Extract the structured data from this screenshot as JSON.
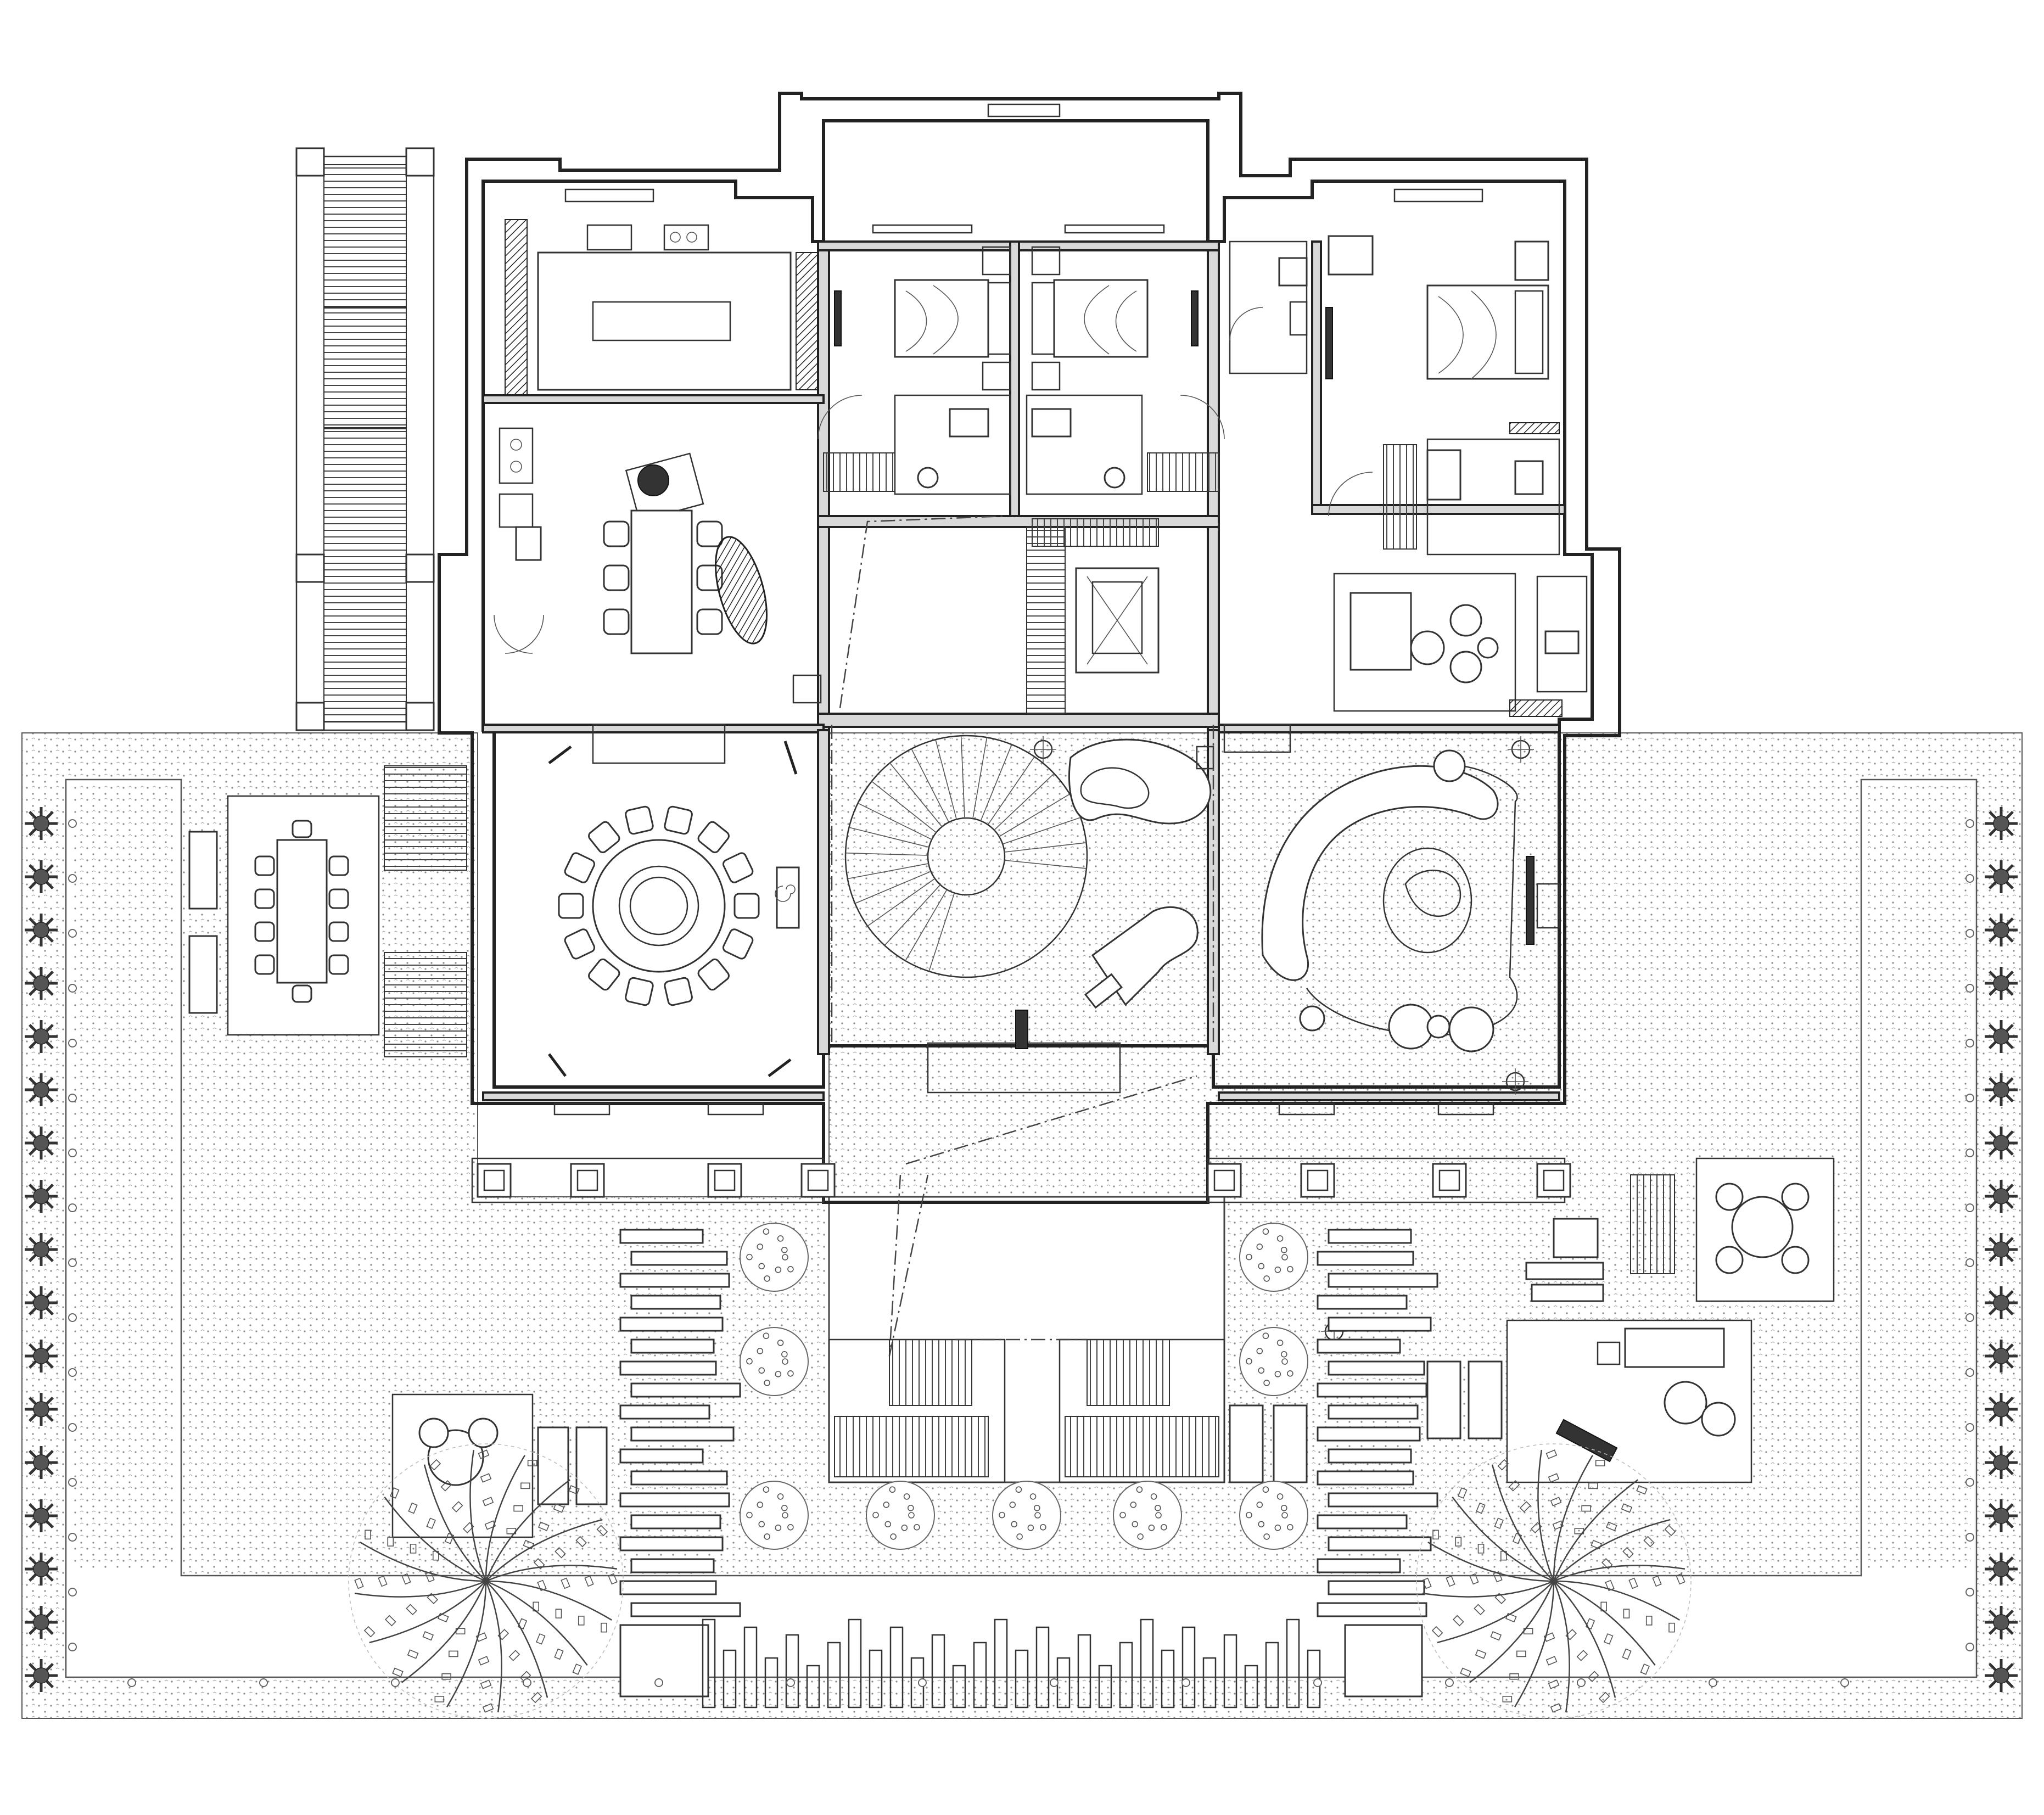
{
  "drawing": {
    "type": "architectural-floor-plan",
    "style": "monochrome line drawing",
    "colors": {
      "line": "#222222",
      "fill_wall": "#d9d9d9",
      "paving_dot": "#8a8a8a",
      "background": "#ffffff"
    },
    "text_labels": []
  },
  "rooms": [
    {
      "id": "kitchen",
      "fixtures": [
        "island",
        "cooktop",
        "double-sink",
        "tall-cabinets"
      ]
    },
    {
      "id": "dining-area",
      "fixtures": [
        "table-8-chairs",
        "oval-rug",
        "square-rug"
      ]
    },
    {
      "id": "twin-bedrooms",
      "fixtures": [
        "bed",
        "bed",
        "nightstands",
        "ensuite-bath"
      ]
    },
    {
      "id": "master-bedroom",
      "fixtures": [
        "bed",
        "bathtub",
        "wc",
        "vanity",
        "walk-in-closet"
      ]
    },
    {
      "id": "study",
      "fixtures": [
        "sofa",
        "armchairs",
        "round-table",
        "fireplace"
      ]
    },
    {
      "id": "formal-dining",
      "fixtures": [
        "round-table-14-chairs",
        "sideboard"
      ]
    },
    {
      "id": "hall",
      "fixtures": [
        "spiral-staircase",
        "grand-piano",
        "lounge-chair"
      ]
    },
    {
      "id": "living-room",
      "fixtures": [
        "curved-sofa",
        "armchairs",
        "coffee-table",
        "tv-console"
      ]
    },
    {
      "id": "stair-core",
      "fixtures": [
        "stairs",
        "elevator"
      ]
    }
  ],
  "exterior": {
    "features": [
      "paved-terrace",
      "front-steps",
      "side-staircase",
      "outdoor-dining-set",
      "outdoor-lounge",
      "bistro-sets",
      "sunbed",
      "trees",
      "shrubs",
      "hedges",
      "stepping-stones"
    ]
  }
}
